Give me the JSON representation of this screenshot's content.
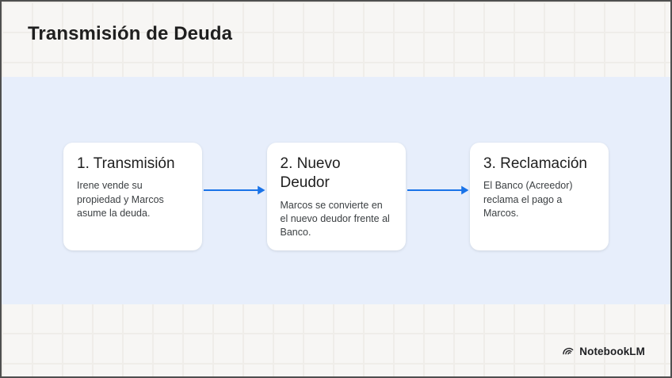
{
  "slide": {
    "title": "Transmisión de Deuda"
  },
  "flow": {
    "steps": [
      {
        "title": "1. Transmisión",
        "description": "Irene vende su propiedad y Marcos asume la deuda."
      },
      {
        "title": "2. Nuevo Deudor",
        "description": "Marcos se convierte en el nuevo deudor frente al Banco."
      },
      {
        "title": "3. Reclamación",
        "description": "El Banco (Acreedor) reclama el pago a Marcos."
      }
    ]
  },
  "footer": {
    "brand_name": "NotebookLM",
    "brand_icon": "notebooklm-logo-icon"
  },
  "colors": {
    "band_background": "#e7eefb",
    "arrow_blue": "#1a73e8",
    "card_background": "#ffffff",
    "heading_text": "#1f1f1f",
    "body_text": "#3c4043",
    "background_tile": "#f7f6f4",
    "frame_border": "#4f4f4f"
  }
}
